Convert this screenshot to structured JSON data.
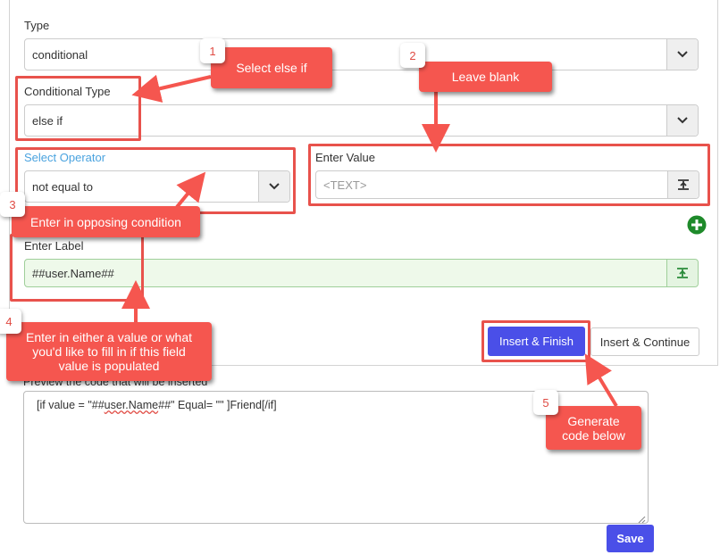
{
  "form": {
    "type_label": "Type",
    "type_value": "conditional",
    "conditional_type_label": "Conditional Type",
    "conditional_type_value": "else if",
    "operator_label": "Select Operator",
    "operator_value": "not equal to",
    "enter_value_label": "Enter Value",
    "enter_value_placeholder": "<TEXT>",
    "enter_label_label": "Enter Label",
    "enter_label_value": "##user.Name##",
    "insert_finish": "Insert & Finish",
    "insert_continue": "Insert & Continue"
  },
  "preview": {
    "label": "Preview the code that will be inserted",
    "code_before": "[if value = \"##",
    "code_squiggle": "user.Name",
    "code_after": "##\" Equal= \"\"  ]Friend[/if]",
    "save": "Save"
  },
  "callouts": [
    {
      "number": "1",
      "text": "Select else if"
    },
    {
      "number": "2",
      "text": "Leave blank"
    },
    {
      "number": "3",
      "text": "Enter in opposing condition"
    },
    {
      "number": "4",
      "text": "Enter in either a value or what you'd like to fill in if this field value is populated"
    },
    {
      "number": "5",
      "text": "Generate code below"
    }
  ],
  "colors": {
    "accent": "#4a4fe8",
    "callout": "#f5564f",
    "annotation_border": "#e8524c",
    "add_icon": "#1e8a2a",
    "label_blue": "#4aa3df"
  },
  "icons": [
    "chevron-down-icon",
    "insert-field-icon",
    "add-circle-icon"
  ]
}
